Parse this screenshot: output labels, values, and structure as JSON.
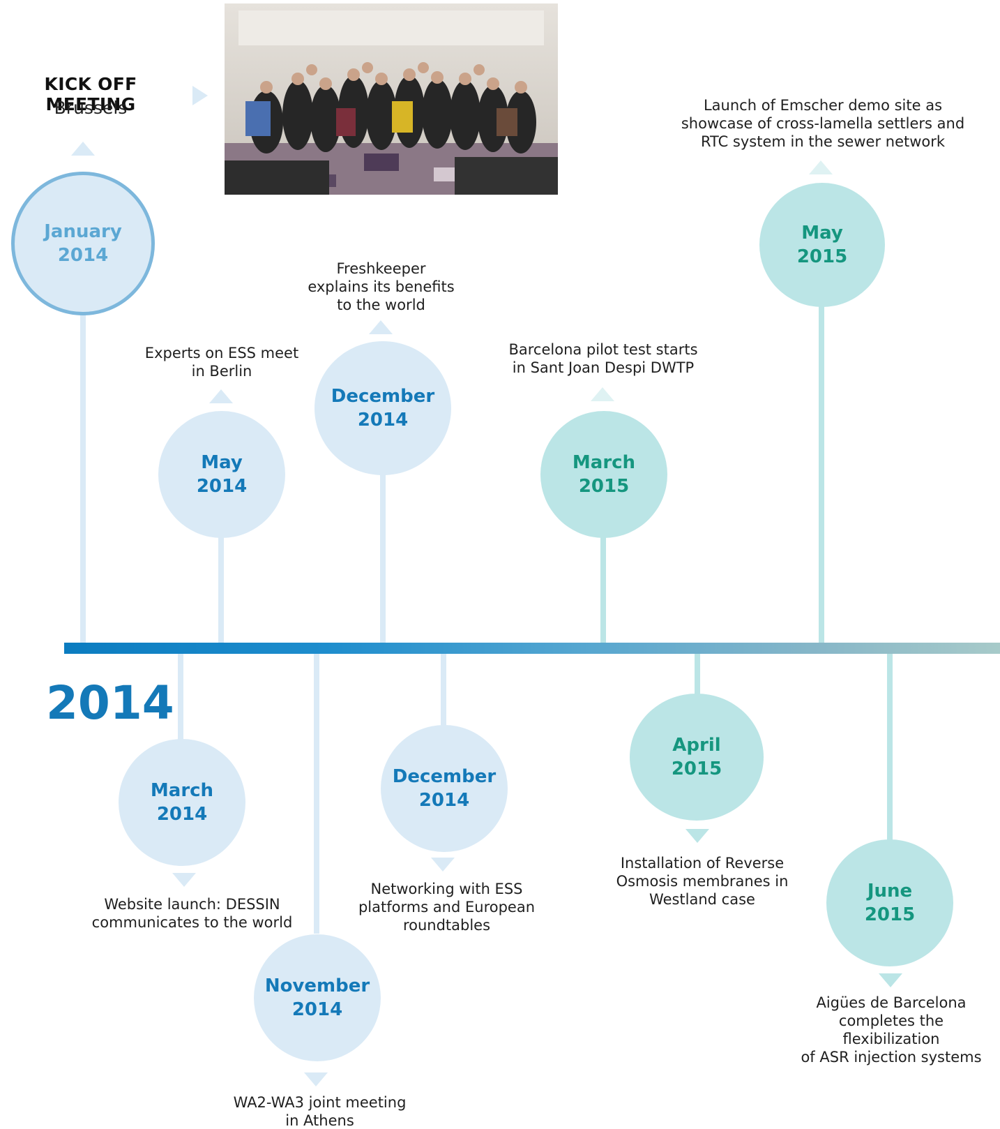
{
  "year_label": "2014",
  "kickoff": {
    "title": "KICK OFF MEETING",
    "subtitle": "Brussels"
  },
  "colors": {
    "blue_circle": "#daeaf6",
    "blue_text": "#1479b8",
    "teal_circle": "#bbe5e6",
    "teal_text": "#15967f",
    "axis_start": "#0b7cc0",
    "axis_end": "#a7cac9"
  },
  "events": [
    {
      "id": "jan-2014",
      "month": "January",
      "year": "2014",
      "caption": "",
      "side": "top"
    },
    {
      "id": "mar-2014",
      "month": "March",
      "year": "2014",
      "caption": "Website launch: DESSIN\ncommunicates to the world",
      "side": "bottom"
    },
    {
      "id": "may-2014",
      "month": "May",
      "year": "2014",
      "caption": "Experts on ESS meet\nin Berlin",
      "side": "top"
    },
    {
      "id": "nov-2014",
      "month": "November",
      "year": "2014",
      "caption": "WA2-WA3 joint meeting\nin Athens",
      "side": "bottom"
    },
    {
      "id": "dec-2014-a",
      "month": "December",
      "year": "2014",
      "caption": "Freshkeeper\nexplains its benefits\nto the world",
      "side": "top"
    },
    {
      "id": "dec-2014-b",
      "month": "December",
      "year": "2014",
      "caption": "Networking with ESS\nplatforms and European\nroundtables",
      "side": "bottom"
    },
    {
      "id": "mar-2015",
      "month": "March",
      "year": "2015",
      "caption": "Barcelona pilot test starts\nin Sant Joan Despi DWTP",
      "side": "top"
    },
    {
      "id": "apr-2015",
      "month": "April",
      "year": "2015",
      "caption": "Installation of Reverse\nOsmosis membranes in\nWestland case",
      "side": "bottom"
    },
    {
      "id": "may-2015",
      "month": "May",
      "year": "2015",
      "caption": "Launch of Emscher demo site as\nshowcase of cross-lamella settlers and\nRTC system in the sewer network",
      "side": "top"
    },
    {
      "id": "jun-2015",
      "month": "June",
      "year": "2015",
      "caption": "Aigües de Barcelona\ncompletes the flexibilization\nof ASR injection systems",
      "side": "bottom"
    }
  ]
}
